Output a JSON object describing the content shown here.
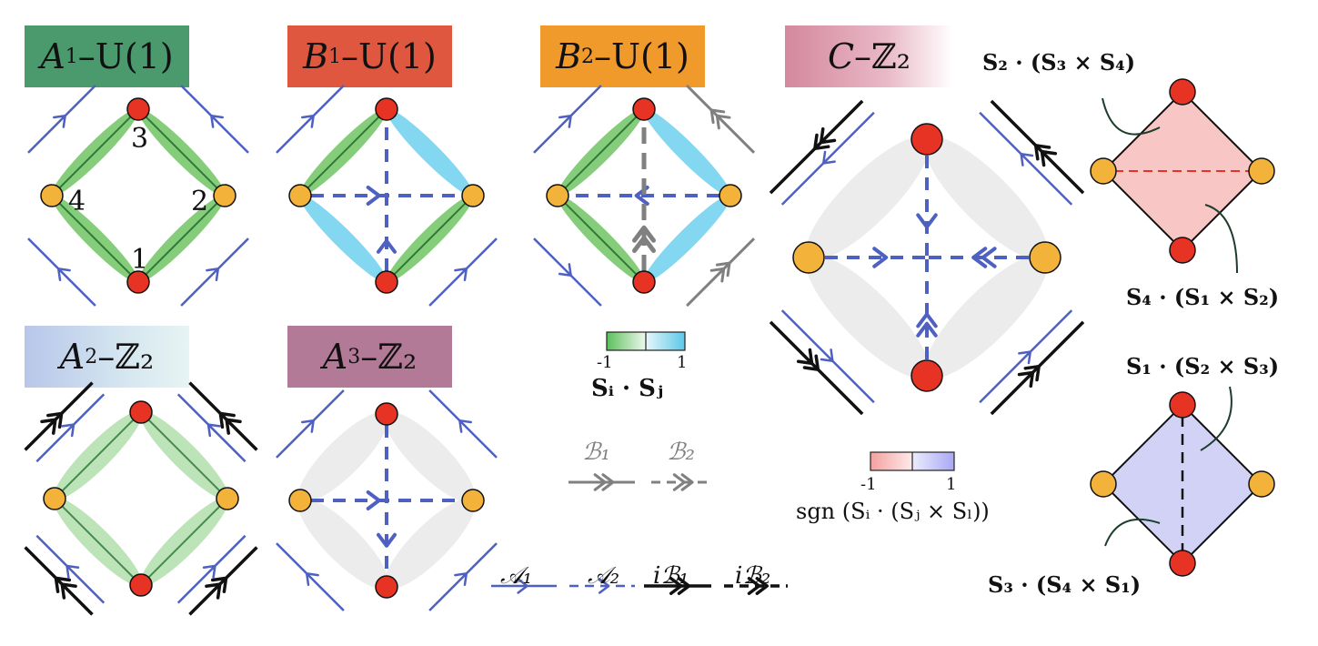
{
  "panels": {
    "A1": {
      "title_main": "A",
      "title_sub": "1",
      "title_rest": "–U(1)",
      "color": "#4a9a6e"
    },
    "B1": {
      "title_main": "B",
      "title_sub": "1",
      "title_rest": "–U(1)",
      "color": "#e0573f"
    },
    "B2": {
      "title_main": "B",
      "title_sub": "2",
      "title_rest": "–U(1)",
      "color": "#f09a2c"
    },
    "C": {
      "title_main": "C",
      "title_sub": "",
      "title_rest": " –ℤ₂",
      "color": "#d4889e"
    },
    "A2": {
      "title_main": "A",
      "title_sub": "2",
      "title_rest": " –ℤ₂",
      "color": "#b8c6ea"
    },
    "A3": {
      "title_main": "A",
      "title_sub": "3",
      "title_rest": " –ℤ₂",
      "color": "#b37a98"
    }
  },
  "site_labels": {
    "s1": "1",
    "s2": "2",
    "s3": "3",
    "s4": "4"
  },
  "colorbar_ss": {
    "min": "-1",
    "max": "1",
    "label": "Sᵢ · Sⱼ",
    "neg_color": "#5cc05c",
    "pos_color": "#5cc8e8"
  },
  "colorbar_chi": {
    "min": "-1",
    "max": "1",
    "label": "sgn (Sᵢ · (Sⱼ × Sₗ))",
    "neg_color": "#f4a0a0",
    "pos_color": "#a8a8f4"
  },
  "legend_B": {
    "b1": "ℬ₁",
    "b2": "ℬ₂"
  },
  "legend_A": {
    "a1": "𝒜₁",
    "a2": "𝒜₂",
    "ib1": "iℬ₁",
    "ib2": "iℬ₂"
  },
  "chirality": {
    "top_label": "S₂ · (S₃ × S₄)",
    "mid_label": "S₄ · (S₁ × S₂)",
    "mid2_label": "S₁ · (S₂ × S₃)",
    "bottom_label": "S₃ · (S₄ × S₁)",
    "top_fill": "#f9c6c6",
    "bottom_fill": "#d2d2f7"
  },
  "colors": {
    "red_site": "#e63323",
    "orange_site": "#f3b33a",
    "blue_link": "#4e60c2",
    "gray_link": "#808080",
    "black_link": "#111111"
  }
}
